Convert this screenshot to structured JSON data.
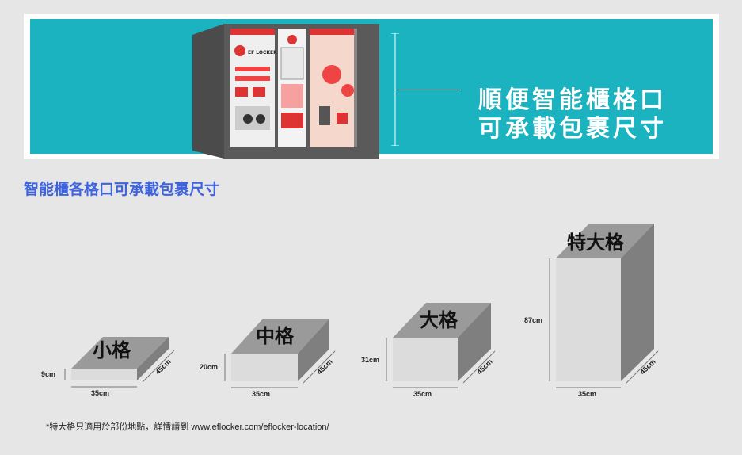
{
  "banner": {
    "line1": "順便智能櫃格口",
    "line2": "可承載包裹尺寸"
  },
  "locker": {
    "brand": "EF LOCKER"
  },
  "section_title": "智能櫃各格口可承載包裹尺寸",
  "boxes": [
    {
      "name": "小格",
      "width": "35cm",
      "height": "9cm",
      "depth": "45cm"
    },
    {
      "name": "中格",
      "width": "35cm",
      "height": "20cm",
      "depth": "45cm"
    },
    {
      "name": "大格",
      "width": "35cm",
      "height": "31cm",
      "depth": "45cm"
    },
    {
      "name": "特大格",
      "width": "35cm",
      "height": "87cm",
      "depth": "45cm"
    }
  ],
  "footnote": "*特大格只適用於部份地點，詳情請到 www.eflocker.com/eflocker-location/",
  "colors": {
    "banner": "#1ab3bf",
    "title": "#3e63dd",
    "box_front": "#dcdcdc",
    "box_top": "#9a9a9a",
    "box_side": "#7f7f7f"
  }
}
